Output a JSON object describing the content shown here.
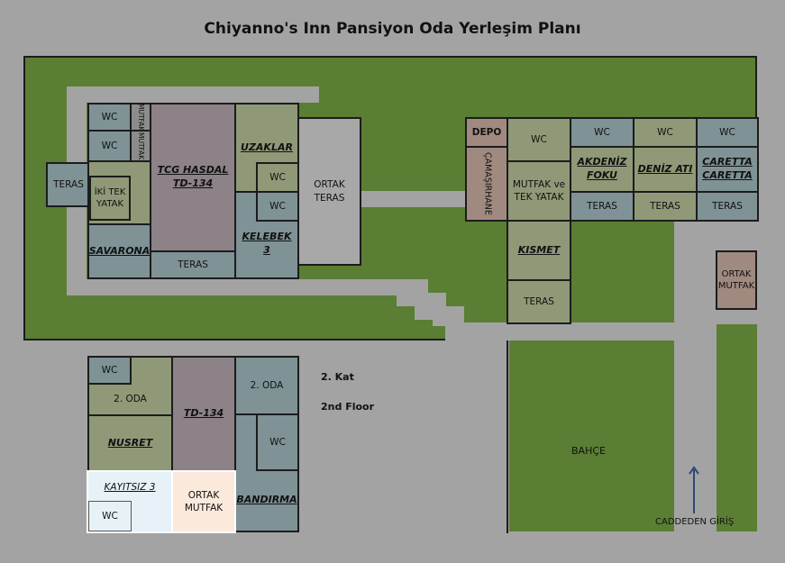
{
  "title": "Chiyanno's Inn Pansiyon Oda Yerleşim Planı",
  "colors": {
    "background": "#a3a3a3",
    "grass": "#5a7e33",
    "outline": "#1c1c1c",
    "shared_kitchen": "#fbe9dc",
    "unregistered": "#e6f2f8"
  },
  "rooms": {
    "main_wc1": "WC",
    "main_mutfak1": "MUTFAK",
    "main_wc2": "WC",
    "main_mutfak2": "MUTFAK",
    "main_teras_left": "TERAS",
    "main_iki_tek": "İKİ TEK YATAK",
    "main_savarona": "SAVARONA",
    "main_tcg": "TCG HASDAL TD-134",
    "main_tcg_teras": "TERAS",
    "main_uzaklar": "UZAKLAR",
    "main_wc3": "WC",
    "main_wc4": "WC",
    "main_kelebek": "KELEBEK 3",
    "main_ortak_teras": "ORTAK TERAS",
    "east_depo": "DEPO",
    "east_camasirhane": "ÇAMAŞIRHANE",
    "east_wc_kismet": "WC",
    "east_mutfak_tek": "MUTFAK ve TEK YATAK",
    "east_kismet": "KISMET",
    "east_kismet_teras": "TERAS",
    "east_wc_akdeniz": "WC",
    "east_akdeniz": "AKDENİZ FOKU",
    "east_akdeniz_teras": "TERAS",
    "east_wc_deniz": "WC",
    "east_deniz": "DENİZ ATI",
    "east_deniz_teras": "TERAS",
    "east_wc_caretta": "WC",
    "east_caretta": "CARETTA CARETTA",
    "east_caretta_teras": "TERAS",
    "east_ortak_mutfak": "ORTAK MUTFAK",
    "floor2_wc1": "WC",
    "floor2_2oda_left": "2. ODA",
    "floor2_nusret": "NUSRET",
    "floor2_td134": "TD-134",
    "floor2_2oda_right": "2. ODA",
    "floor2_wc_right": "WC",
    "floor2_bandirma": "BANDIRMA",
    "floor2_kayitsiz": "KAYITSIZ 3",
    "floor2_wc_kayitsiz": "WC",
    "floor2_ortak_mutfak": "ORTAK MUTFAK"
  },
  "labels": {
    "floor_tr": "2. Kat",
    "floor_en": "2nd Floor",
    "garden": "BAHÇE",
    "entrance": "CADDEDEN GİRİŞ"
  }
}
